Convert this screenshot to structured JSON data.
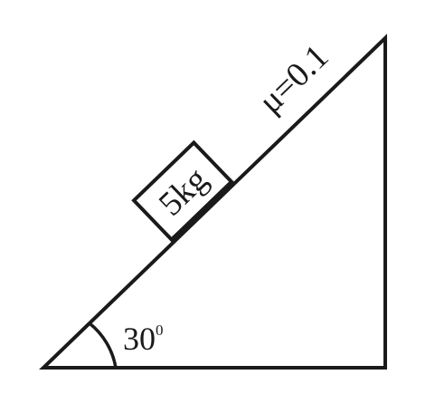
{
  "diagram": {
    "block_mass_label": "5kg",
    "friction_label": "μ=0.1",
    "angle_value": "30",
    "angle_superscript": "0",
    "stroke_color": "#1a1a1a",
    "background_color": "#ffffff"
  }
}
